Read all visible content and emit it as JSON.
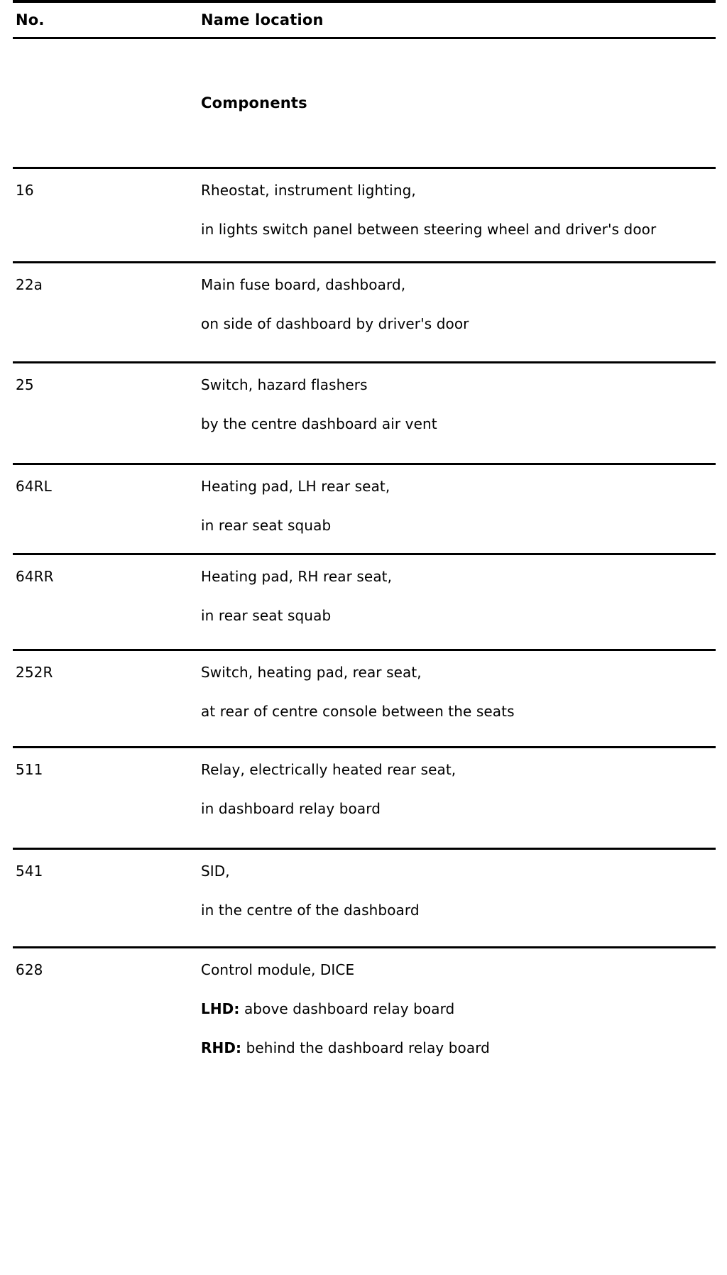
{
  "table": {
    "headers": {
      "number": "No.",
      "name_location": "Name location"
    },
    "section_title": "Components",
    "rows": [
      {
        "number": "16",
        "name": "Rheostat, instrument lighting,",
        "locations": [
          {
            "label": "",
            "text": "in lights switch panel between steering wheel and driver's door"
          }
        ]
      },
      {
        "number": "22a",
        "name": "Main fuse board, dashboard,",
        "locations": [
          {
            "label": "",
            "text": "on side of dashboard by driver's door"
          }
        ]
      },
      {
        "number": "25",
        "name": "Switch, hazard flashers",
        "locations": [
          {
            "label": "",
            "text": "by the centre dashboard air vent"
          }
        ]
      },
      {
        "number": "64RL",
        "name": "Heating pad, LH rear seat,",
        "locations": [
          {
            "label": "",
            "text": "in rear seat squab"
          }
        ]
      },
      {
        "number": "64RR",
        "name": "Heating pad, RH rear seat,",
        "locations": [
          {
            "label": "",
            "text": "in rear seat squab"
          }
        ]
      },
      {
        "number": "252R",
        "name": "Switch, heating pad, rear seat,",
        "locations": [
          {
            "label": "",
            "text": "at rear of centre console between the seats"
          }
        ]
      },
      {
        "number": "511",
        "name": "Relay, electrically heated rear seat,",
        "locations": [
          {
            "label": "",
            "text": "in dashboard relay board"
          }
        ]
      },
      {
        "number": "541",
        "name": "SID,",
        "locations": [
          {
            "label": "",
            "text": "in the centre of the dashboard"
          }
        ]
      },
      {
        "number": "628",
        "name": "Control module, DICE",
        "locations": [
          {
            "label": "LHD:",
            "text": "above dashboard relay board"
          },
          {
            "label": "RHD:",
            "text": "behind the dashboard relay board"
          }
        ]
      }
    ]
  }
}
